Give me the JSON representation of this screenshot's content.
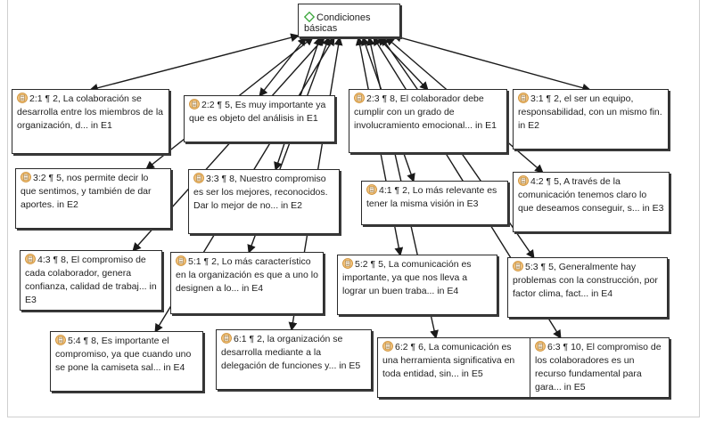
{
  "root": {
    "label": "Condiciones básicas"
  },
  "nodes": [
    {
      "id": "n1",
      "text": "2:1 ¶ 2, La colaboración se desarrolla entre los miembros de la organización, d... in E1"
    },
    {
      "id": "n2",
      "text": "2:2 ¶ 5, Es muy importante ya que es objeto del análisis in E1"
    },
    {
      "id": "n3",
      "text": "2:3 ¶ 8, El colaborador debe cumplir con un grado de involucramiento emocional... in E1"
    },
    {
      "id": "n4",
      "text": "3:1 ¶ 2, el ser un equipo, responsabilidad, con un mismo fin. in E2"
    },
    {
      "id": "n5",
      "text": "3:2 ¶ 5, nos permite decir lo que sentimos, y también de dar aportes. in E2"
    },
    {
      "id": "n6",
      "text": "3:3 ¶ 8, Nuestro compromiso es ser los mejores, reconocidos. Dar lo mejor de no... in E2"
    },
    {
      "id": "n7",
      "text": "4:1 ¶ 2, Lo más relevante es tener la misma visión in E3"
    },
    {
      "id": "n8",
      "text": "4:2 ¶ 5, A través de la comunicación tenemos claro lo que deseamos conseguir, s... in E3"
    },
    {
      "id": "n9",
      "text": "4:3 ¶ 8, El compromiso de cada colaborador, genera confianza, calidad de trabaj... in E3"
    },
    {
      "id": "n10",
      "text": "5:1 ¶ 2, Lo más característico en la organización es que a uno lo designen a lo... in E4"
    },
    {
      "id": "n11",
      "text": "5:2 ¶ 5, La comunicación es importante, ya que nos lleva a lograr un buen traba... in E4"
    },
    {
      "id": "n12",
      "text": "5:3 ¶ 5, Generalmente hay problemas con la construcción, por factor clima, fact... in E4"
    },
    {
      "id": "n13",
      "text": "5:4 ¶ 8, Es importante el compromiso, ya que cuando uno se pone la camiseta sal... in E4"
    },
    {
      "id": "n14",
      "text": "6:1 ¶ 2, la organización se desarrolla mediante a la delegación de funciones y... in E5"
    },
    {
      "id": "n15",
      "text": "6:2 ¶ 6, La comunicación es una herramienta significativa en toda entidad, sin... in E5"
    },
    {
      "id": "n16",
      "text": "6:3 ¶ 10, El compromiso de los colaboradores es un recurso fundamental para gara... in E5"
    }
  ],
  "colors": {
    "edge": "#1a1a1a",
    "border": "#2a2a2a",
    "doc_icon": "#e8a34a",
    "diamond_icon": "#3aa63a"
  },
  "icons": {
    "node": "document-icon",
    "root": "diamond-icon"
  }
}
